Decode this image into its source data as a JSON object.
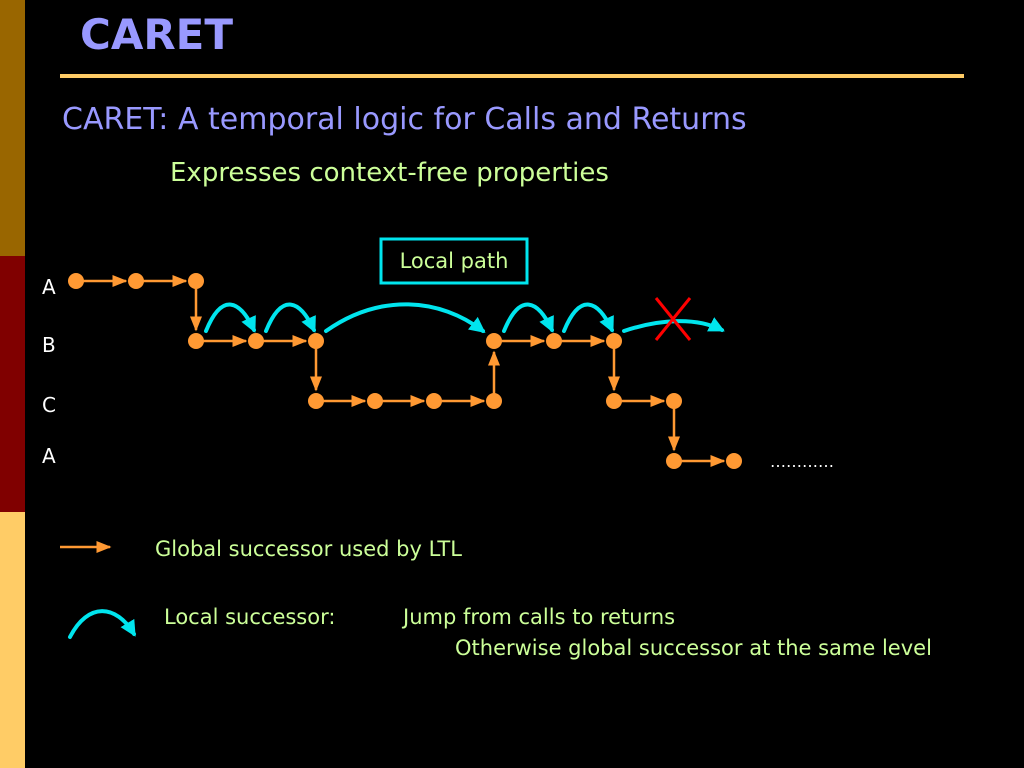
{
  "slide": {
    "title": "CARET",
    "subtitle": "CARET: A temporal logic for Calls and Returns",
    "subpoint": "Expresses context-free properties"
  },
  "diagram": {
    "row_labels": [
      "A",
      "B",
      "C",
      "A"
    ],
    "local_path_label": "Local path",
    "continuation": "…………"
  },
  "legend": {
    "global": "Global successor used by LTL",
    "local_title": "Local successor:",
    "local_desc1": "Jump from calls to returns",
    "local_desc2": "Otherwise global successor at the same level"
  },
  "colors": {
    "node": "#ff9933",
    "global_arrow": "#ff9933",
    "local_arrow": "#00e5ee",
    "cross": "#ff0000",
    "title": "#9999ff",
    "text": "#ccff99"
  }
}
